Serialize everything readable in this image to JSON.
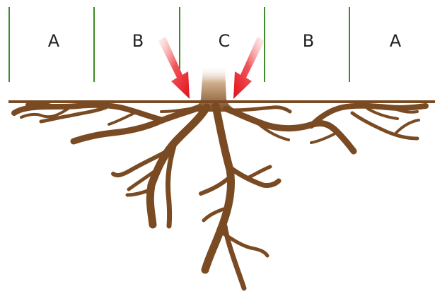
{
  "zones": [
    {
      "label": "A"
    },
    {
      "label": "B"
    },
    {
      "label": "C"
    },
    {
      "label": "B"
    },
    {
      "label": "A"
    }
  ],
  "colors": {
    "zone_divider": "#3f8a2a",
    "ground": "#7a4b22",
    "root": "#7a4b22",
    "arrow_light": "#f5a6a6",
    "arrow_dark": "#e3101a",
    "trunk_top": "#f2ece6"
  },
  "icons": {
    "arrows": "red-gradient-arrow-icon",
    "roots": "tree-root-system-icon"
  }
}
